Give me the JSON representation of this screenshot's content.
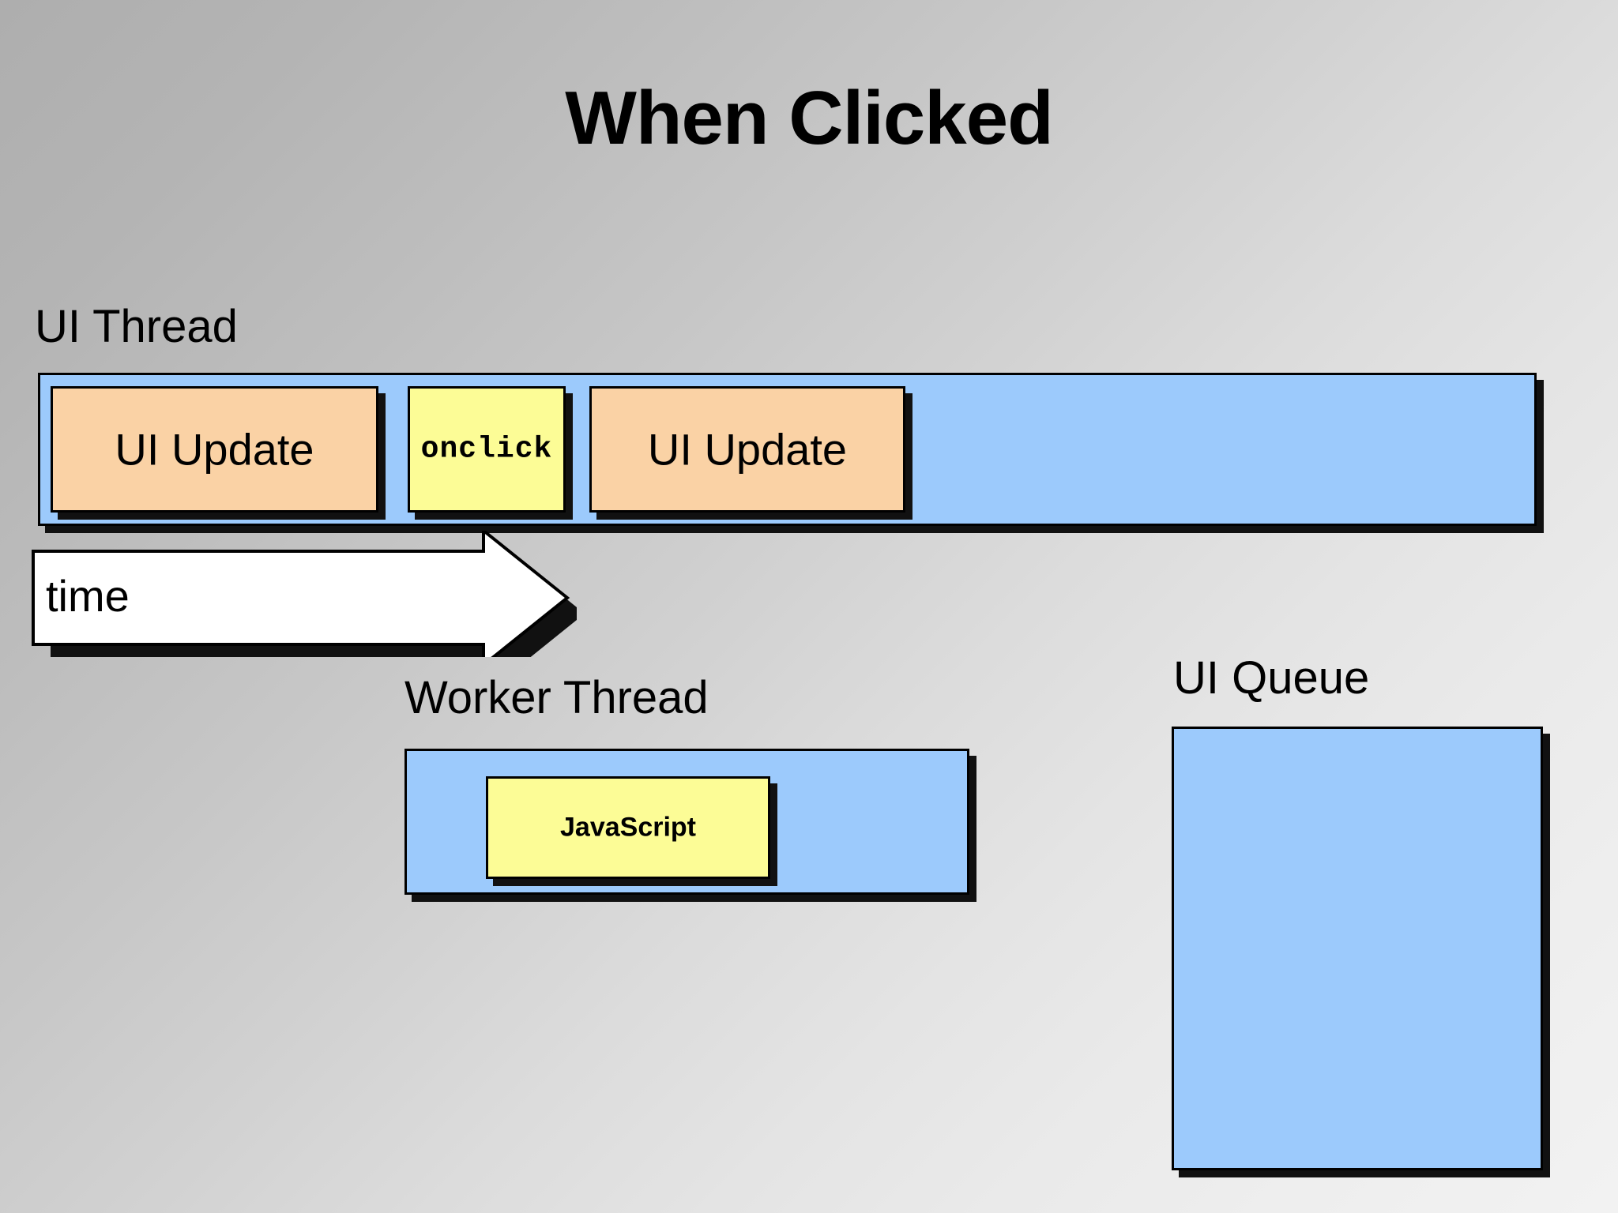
{
  "slide": {
    "title": "When Clicked",
    "background_gradient_from": "#aeaeae",
    "background_gradient_to": "#f2f2f2"
  },
  "colors": {
    "thread_bar": "#9ccafc",
    "ui_update_block": "#fad2a5",
    "script_block": "#fcfc96",
    "outline": "#000000",
    "shadow": "#111111"
  },
  "ui_thread": {
    "caption": "UI Thread",
    "blocks": [
      {
        "label": "UI Update",
        "kind": "ui-update"
      },
      {
        "label": "onclick",
        "kind": "handler"
      },
      {
        "label": "UI Update",
        "kind": "ui-update"
      }
    ]
  },
  "time_axis": {
    "label": "time",
    "direction": "left-to-right"
  },
  "worker_thread": {
    "caption": "Worker Thread",
    "blocks": [
      {
        "label": "JavaScript",
        "kind": "script"
      }
    ]
  },
  "ui_queue": {
    "caption": "UI Queue",
    "items": []
  }
}
